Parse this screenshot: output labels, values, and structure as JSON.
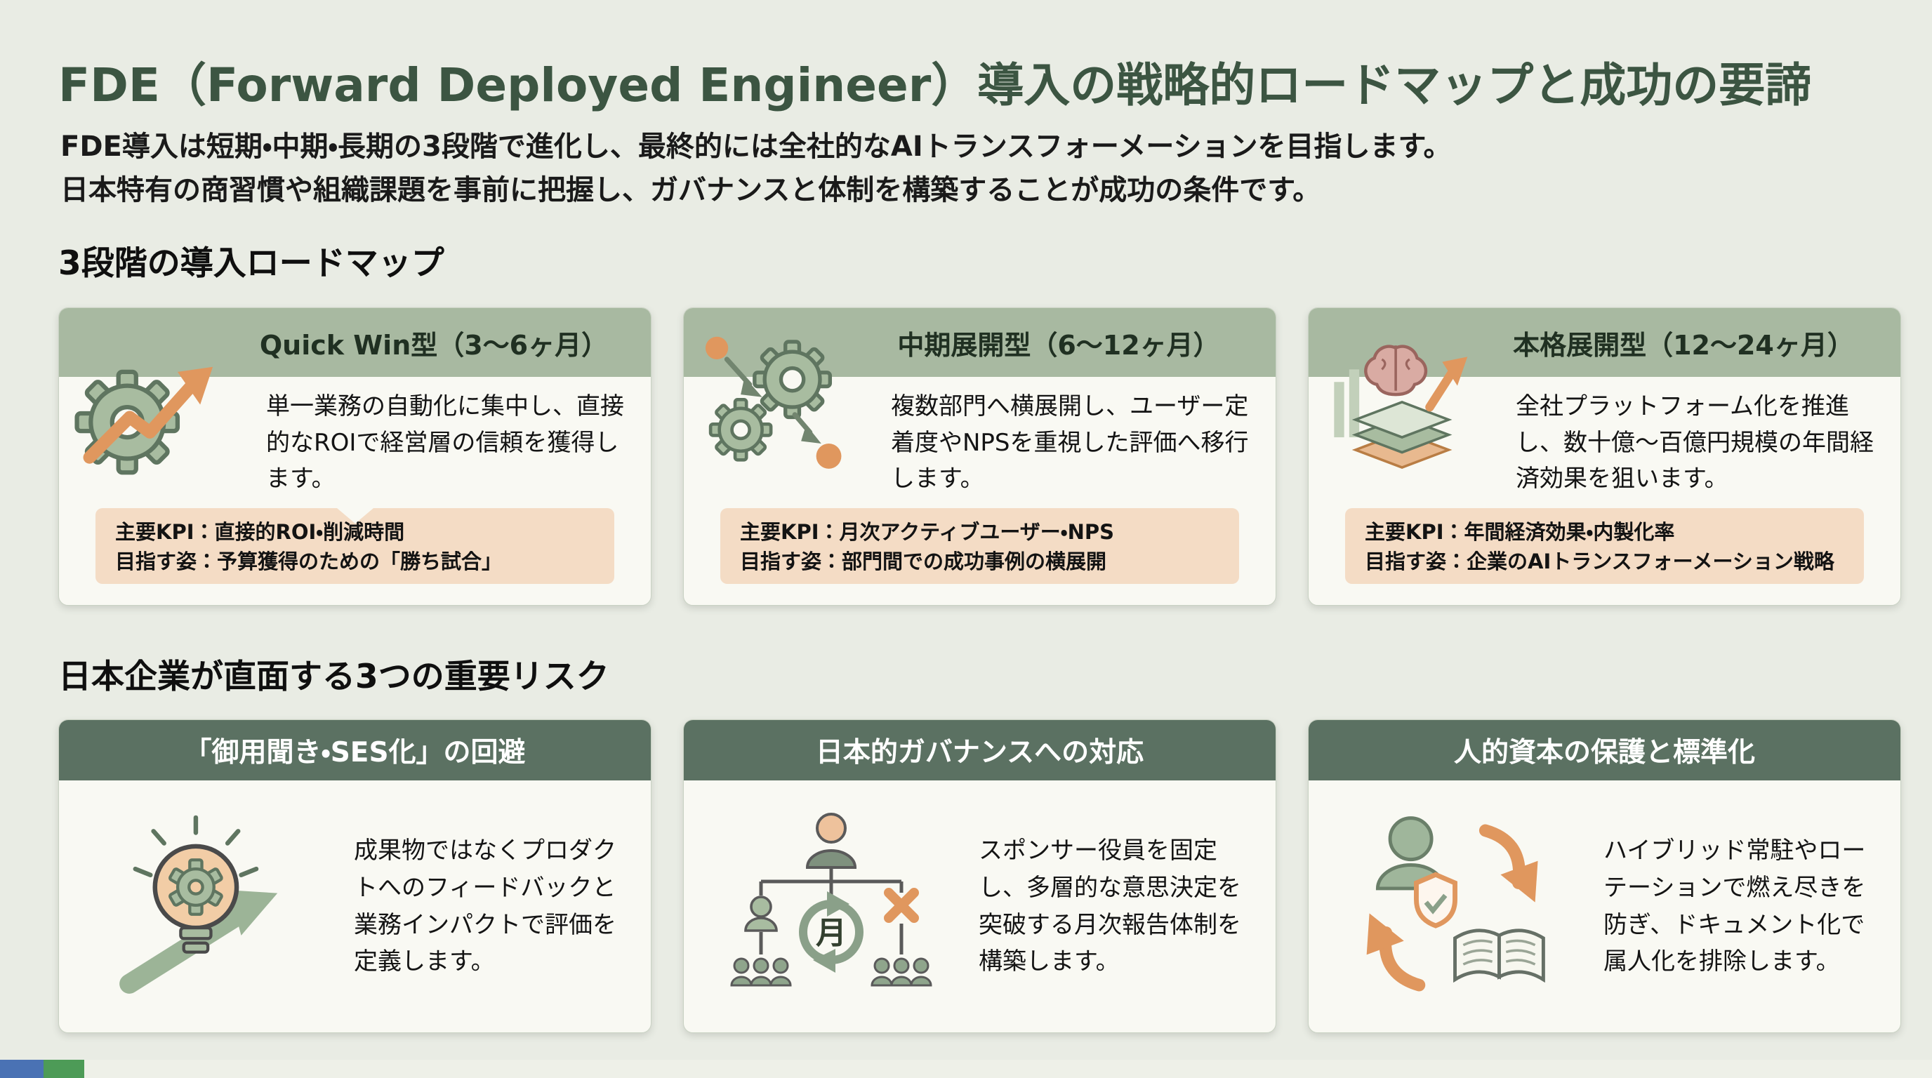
{
  "colors": {
    "background": "#e9ece4",
    "title_green": "#3c5542",
    "roadmap_header_bg": "#a8b9a1",
    "card_bg": "#f9f9f3",
    "kpi_box_bg": "#f4dcc5",
    "risk_header_bg": "#5b7162",
    "risk_header_text": "#ffffff",
    "accent_orange": "#e0975e",
    "accent_sage": "#a8bca0",
    "footer_blue": "#4a72b4",
    "footer_green": "#4d9b57"
  },
  "header": {
    "title": "FDE（Forward Deployed Engineer）導入の戦略的ロードマップと成功の要諦",
    "subtitle_line1": "FDE導入は短期・中期・長期の3段階で進化し、最終的には全社的なAIトランスフォーメーションを目指します。",
    "subtitle_line2": "日本特有の商習慣や組織課題を事前に把握し、ガバナンスと体制を構築することが成功の条件です。"
  },
  "roadmap": {
    "heading": "3段階の導入ロードマップ",
    "cards": [
      {
        "title": "Quick Win型（3〜6ヶ月）",
        "icon": "gear-growth-arrow-icon",
        "body": "単一業務の自動化に集中し、直接的なROIで経営層の信頼を獲得します。",
        "kpi_line1": "主要KPI：直接的ROI・削減時間",
        "kpi_line2": "目指す姿：予算獲得のための「勝ち試合」"
      },
      {
        "title": "中期展開型（6〜12ヶ月）",
        "icon": "gears-network-icon",
        "body": "複数部門へ横展開し、ユーザー定着度やNPSを重視した評価へ移行します。",
        "kpi_line1": "主要KPI：月次アクティブユーザー・NPS",
        "kpi_line2": "目指す姿：部門間での成功事例の横展開"
      },
      {
        "title": "本格展開型（12〜24ヶ月）",
        "icon": "brain-platform-icon",
        "body": "全社プラットフォーム化を推進し、数十億〜百億円規模の年間経済効果を狙います。",
        "kpi_line1": "主要KPI：年間経済効果・内製化率",
        "kpi_line2": "目指す姿：企業のAIトランスフォーメーション戦略"
      }
    ]
  },
  "risks": {
    "heading": "日本企業が直面する3つの重要リスク",
    "cards": [
      {
        "title": "「御用聞き・SES化」の回避",
        "icon": "lightbulb-gear-arrow-icon",
        "body": "成果物ではなくプロダクトへのフィードバックと業務インパクトで評価を定義します。"
      },
      {
        "title": "日本的ガバナンスへの対応",
        "icon": "org-chart-monthly-cycle-icon",
        "icon_label": "月",
        "body": "スポンサー役員を固定し、多層的な意思決定を突破する月次報告体制を構築します。"
      },
      {
        "title": "人的資本の保護と標準化",
        "icon": "person-shield-document-rotation-icon",
        "body": "ハイブリッド常駐やローテーションで燃え尽きを防ぎ、ドキュメント化で属人化を排除します。"
      }
    ]
  }
}
